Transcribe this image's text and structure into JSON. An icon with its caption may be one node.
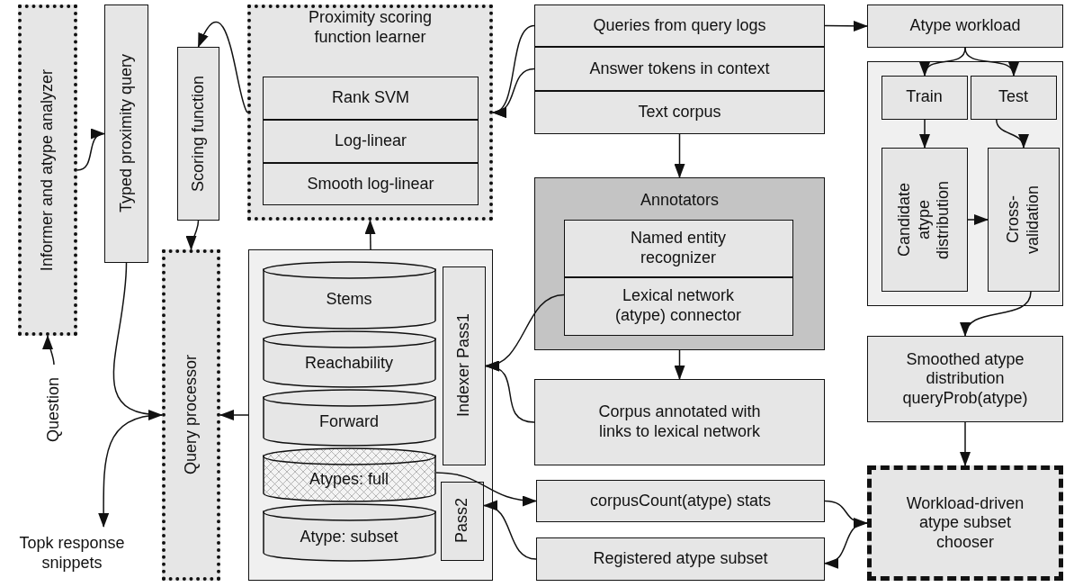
{
  "diagram": {
    "nodes": [
      {
        "text": [
          "Informer and atype analyzer"
        ]
      },
      {
        "text": [
          "Typed proximity query"
        ]
      },
      {
        "text": [
          "Scoring function"
        ]
      },
      {
        "text": [
          "Proximity scoring function learner"
        ]
      },
      {
        "text": [
          "Rank SVM"
        ],
        "in": 3
      },
      {
        "text": [
          "Log-linear"
        ],
        "in": 3
      },
      {
        "text": [
          "Smooth log-linear"
        ],
        "in": 3
      },
      {
        "text": [
          "Query processor"
        ]
      },
      {
        "text": [],
        "shape": "box"
      },
      {
        "text": [
          "Stems"
        ],
        "in": 8
      },
      {
        "text": [
          "Reachability"
        ],
        "in": 8
      },
      {
        "text": [
          "Forward"
        ],
        "in": 8
      },
      {
        "text": [
          "Atypes: full"
        ],
        "in": 8
      },
      {
        "text": [
          "Atype: subset"
        ],
        "in": 8
      },
      {
        "text": [
          "Indexer Pass1"
        ],
        "in": 8
      },
      {
        "text": [
          "Pass2"
        ],
        "in": 8
      },
      {
        "text": [
          "Queries from query logs"
        ]
      },
      {
        "text": [
          "Answer tokens in context"
        ]
      },
      {
        "text": [
          "Text corpus"
        ]
      },
      {
        "text": [
          "Annotators"
        ]
      },
      {
        "text": [
          "Named entity recognizer"
        ],
        "in": 19
      },
      {
        "text": [
          "Lexical network (atype) connector"
        ],
        "in": 19
      },
      {
        "text": [
          "Corpus annotated with links to lexical network"
        ]
      },
      {
        "text": [
          "corpusCount(atype) stats"
        ]
      },
      {
        "text": [
          "Registered atype subset"
        ]
      },
      {
        "text": [
          "Atype workload"
        ]
      },
      {
        "text": [],
        "shape": "box"
      },
      {
        "text": [
          "Train"
        ],
        "in": 26
      },
      {
        "text": [
          "Test"
        ],
        "in": 26
      },
      {
        "text": [
          "Candidate atype distribution"
        ],
        "in": 26
      },
      {
        "text": [
          "Cross-validation"
        ],
        "in": 26
      },
      {
        "text": [
          "Smoothed atype distribution queryProb(atype)"
        ]
      },
      {
        "text": [
          "Workload-driven atype subset chooser"
        ]
      },
      {
        "text": [
          "Question"
        ]
      },
      {
        "text": [
          "Topk response snippets"
        ]
      }
    ],
    "edges": [
      {
        "from": 33,
        "to": 0,
        "arrow": "to"
      },
      {
        "from": 0,
        "to": 1,
        "arrow": "to"
      },
      {
        "from": 1,
        "to": 7,
        "arrow": "to"
      },
      {
        "from": 7,
        "to": 34,
        "arrow": "to"
      },
      {
        "from": 3,
        "to": 2,
        "arrow": "to"
      },
      {
        "from": 2,
        "to": 7,
        "arrow": "to"
      },
      {
        "from": 8,
        "to": 3,
        "arrow": "to"
      },
      {
        "from": 8,
        "to": 7,
        "arrow": "to"
      },
      {
        "from": 16,
        "to": 3,
        "arrow": "to"
      },
      {
        "from": 17,
        "to": 3,
        "arrow": "to"
      },
      {
        "from": 18,
        "to": 19,
        "arrow": "to"
      },
      {
        "from": 21,
        "to": 14,
        "arrow": "to"
      },
      {
        "from": 22,
        "to": 14,
        "arrow": "to"
      },
      {
        "from": 19,
        "to": 22,
        "arrow": "to"
      },
      {
        "from": 12,
        "to": 23,
        "arrow": "to"
      },
      {
        "from": 24,
        "to": 15,
        "arrow": "to"
      },
      {
        "from": 23,
        "to": 32,
        "arrow": "to"
      },
      {
        "from": 32,
        "to": 24,
        "arrow": "to"
      },
      {
        "from": 16,
        "to": 25,
        "arrow": "to"
      },
      {
        "from": 25,
        "to": 27,
        "arrow": "to"
      },
      {
        "from": 25,
        "to": 28,
        "arrow": "to"
      },
      {
        "from": 27,
        "to": 29,
        "arrow": "to"
      },
      {
        "from": 29,
        "to": 30,
        "arrow": "to"
      },
      {
        "from": 28,
        "to": 30,
        "arrow": "to"
      },
      {
        "from": 30,
        "to": 31,
        "arrow": "to"
      },
      {
        "from": 31,
        "to": 32,
        "arrow": "to"
      }
    ]
  }
}
